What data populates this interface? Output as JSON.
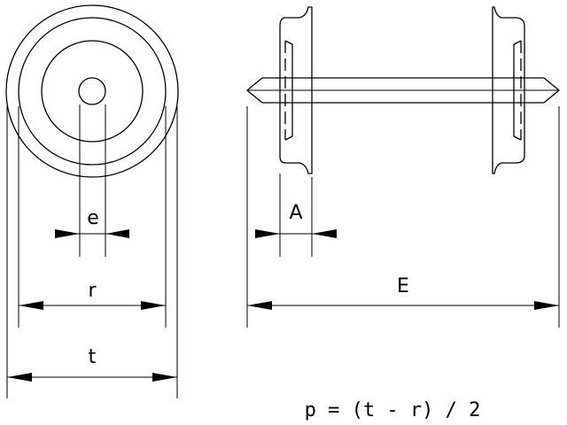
{
  "labels": {
    "e": "e",
    "r": "r",
    "t": "t",
    "A": "A",
    "E": "E"
  },
  "formula": "p = (t - r) / 2"
}
